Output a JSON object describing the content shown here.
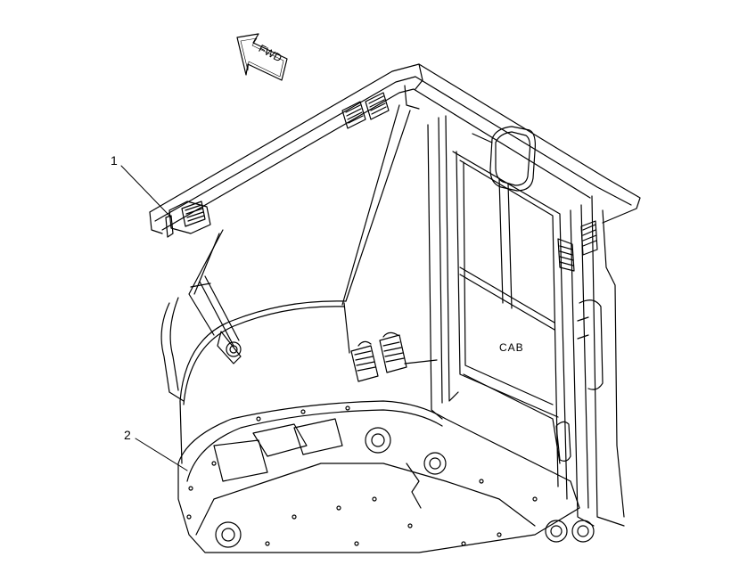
{
  "diagram": {
    "direction_arrow_label": "FWD",
    "callouts": [
      {
        "id": "1",
        "label": "1"
      },
      {
        "id": "2",
        "label": "2"
      }
    ],
    "cab_label": "CAB",
    "line_color": "#000000",
    "background": "#ffffff"
  }
}
